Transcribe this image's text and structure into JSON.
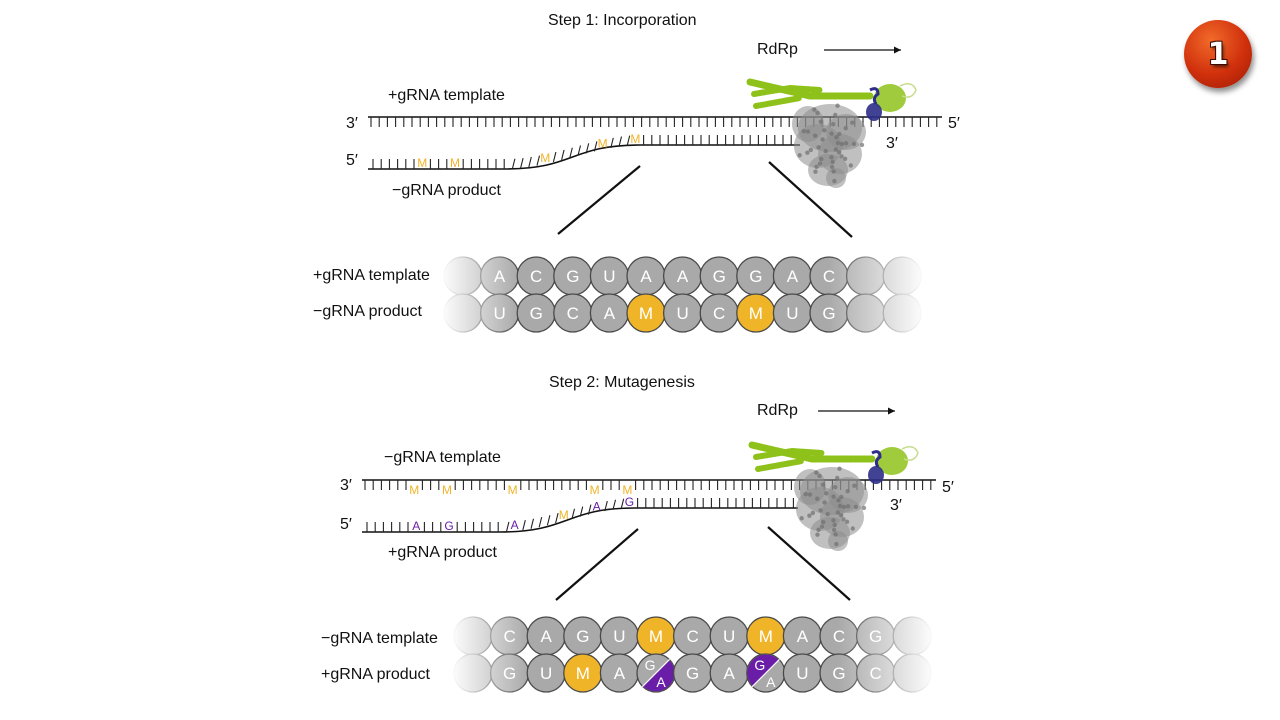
{
  "badge": {
    "number": "1"
  },
  "colors": {
    "modified_base": "#f0b428",
    "mutation": "#6a1ea8",
    "base_gray": "#a9a9a9",
    "helix_green": "#8ec21a",
    "protein_gray": "#8c8c8c",
    "protein_blue": "#2e2e8a"
  },
  "step1": {
    "title": "Step 1: Incorporation",
    "rdrp_label": "RdRp",
    "template_label": "+gRNA template",
    "product_label": "−gRNA product",
    "template_3prime": "3′",
    "template_5prime": "5′",
    "product_5prime": "5′",
    "product_3prime": "3′",
    "template_marks": [],
    "product_marks": [
      {
        "tick": 6,
        "text": "M",
        "kind": "modified"
      },
      {
        "tick": 10,
        "text": "M",
        "kind": "modified"
      },
      {
        "tick": 21,
        "text": "M",
        "kind": "modified"
      },
      {
        "tick": 28,
        "text": "M",
        "kind": "modified"
      },
      {
        "tick": 32,
        "text": "M",
        "kind": "modified"
      }
    ],
    "zoom_template_label": "+gRNA template",
    "zoom_product_label": "−gRNA product",
    "zoom_template": [
      "",
      "A",
      "C",
      "G",
      "U",
      "A",
      "A",
      "G",
      "G",
      "A",
      "C",
      "",
      ""
    ],
    "zoom_product": [
      "",
      "U",
      "G",
      "C",
      "A",
      "M",
      "U",
      "C",
      "M",
      "U",
      "G",
      "",
      ""
    ],
    "zoom_product_kinds": [
      "n",
      "n",
      "n",
      "n",
      "n",
      "m",
      "n",
      "n",
      "m",
      "n",
      "n",
      "n",
      "n"
    ]
  },
  "step2": {
    "title": "Step 2: Mutagenesis",
    "rdrp_label": "RdRp",
    "template_label": "−gRNA template",
    "product_label": "+gRNA product",
    "template_3prime": "3′",
    "template_5prime": "5′",
    "product_5prime": "5′",
    "product_3prime": "3′",
    "template_marks": [
      {
        "tick": 6,
        "text": "M",
        "kind": "modified"
      },
      {
        "tick": 10,
        "text": "M",
        "kind": "modified"
      },
      {
        "tick": 18,
        "text": "M",
        "kind": "modified"
      },
      {
        "tick": 28,
        "text": "M",
        "kind": "modified"
      },
      {
        "tick": 32,
        "text": "M",
        "kind": "modified"
      }
    ],
    "product_marks": [
      {
        "tick": 6,
        "text": "A",
        "kind": "mutation"
      },
      {
        "tick": 10,
        "text": "G",
        "kind": "mutation"
      },
      {
        "tick": 18,
        "text": "A",
        "kind": "mutation"
      },
      {
        "tick": 24,
        "text": "M",
        "kind": "modified"
      },
      {
        "tick": 28,
        "text": "A",
        "kind": "mutation"
      },
      {
        "tick": 32,
        "text": "G",
        "kind": "mutation"
      }
    ],
    "zoom_template_label": "−gRNA template",
    "zoom_product_label": "+gRNA product",
    "zoom_template": [
      "",
      "C",
      "A",
      "G",
      "U",
      "M",
      "C",
      "U",
      "M",
      "A",
      "C",
      "G",
      ""
    ],
    "zoom_template_kinds": [
      "n",
      "n",
      "n",
      "n",
      "n",
      "m",
      "n",
      "n",
      "m",
      "n",
      "n",
      "n",
      "n"
    ],
    "zoom_product": [
      "",
      "G",
      "U",
      "M",
      "A",
      "G/A",
      "G",
      "A",
      "G/A",
      "U",
      "G",
      "C",
      ""
    ],
    "zoom_product_kinds": [
      "n",
      "n",
      "n",
      "m",
      "n",
      "split-lower",
      "n",
      "n",
      "split-upper",
      "n",
      "n",
      "n",
      "n"
    ]
  }
}
